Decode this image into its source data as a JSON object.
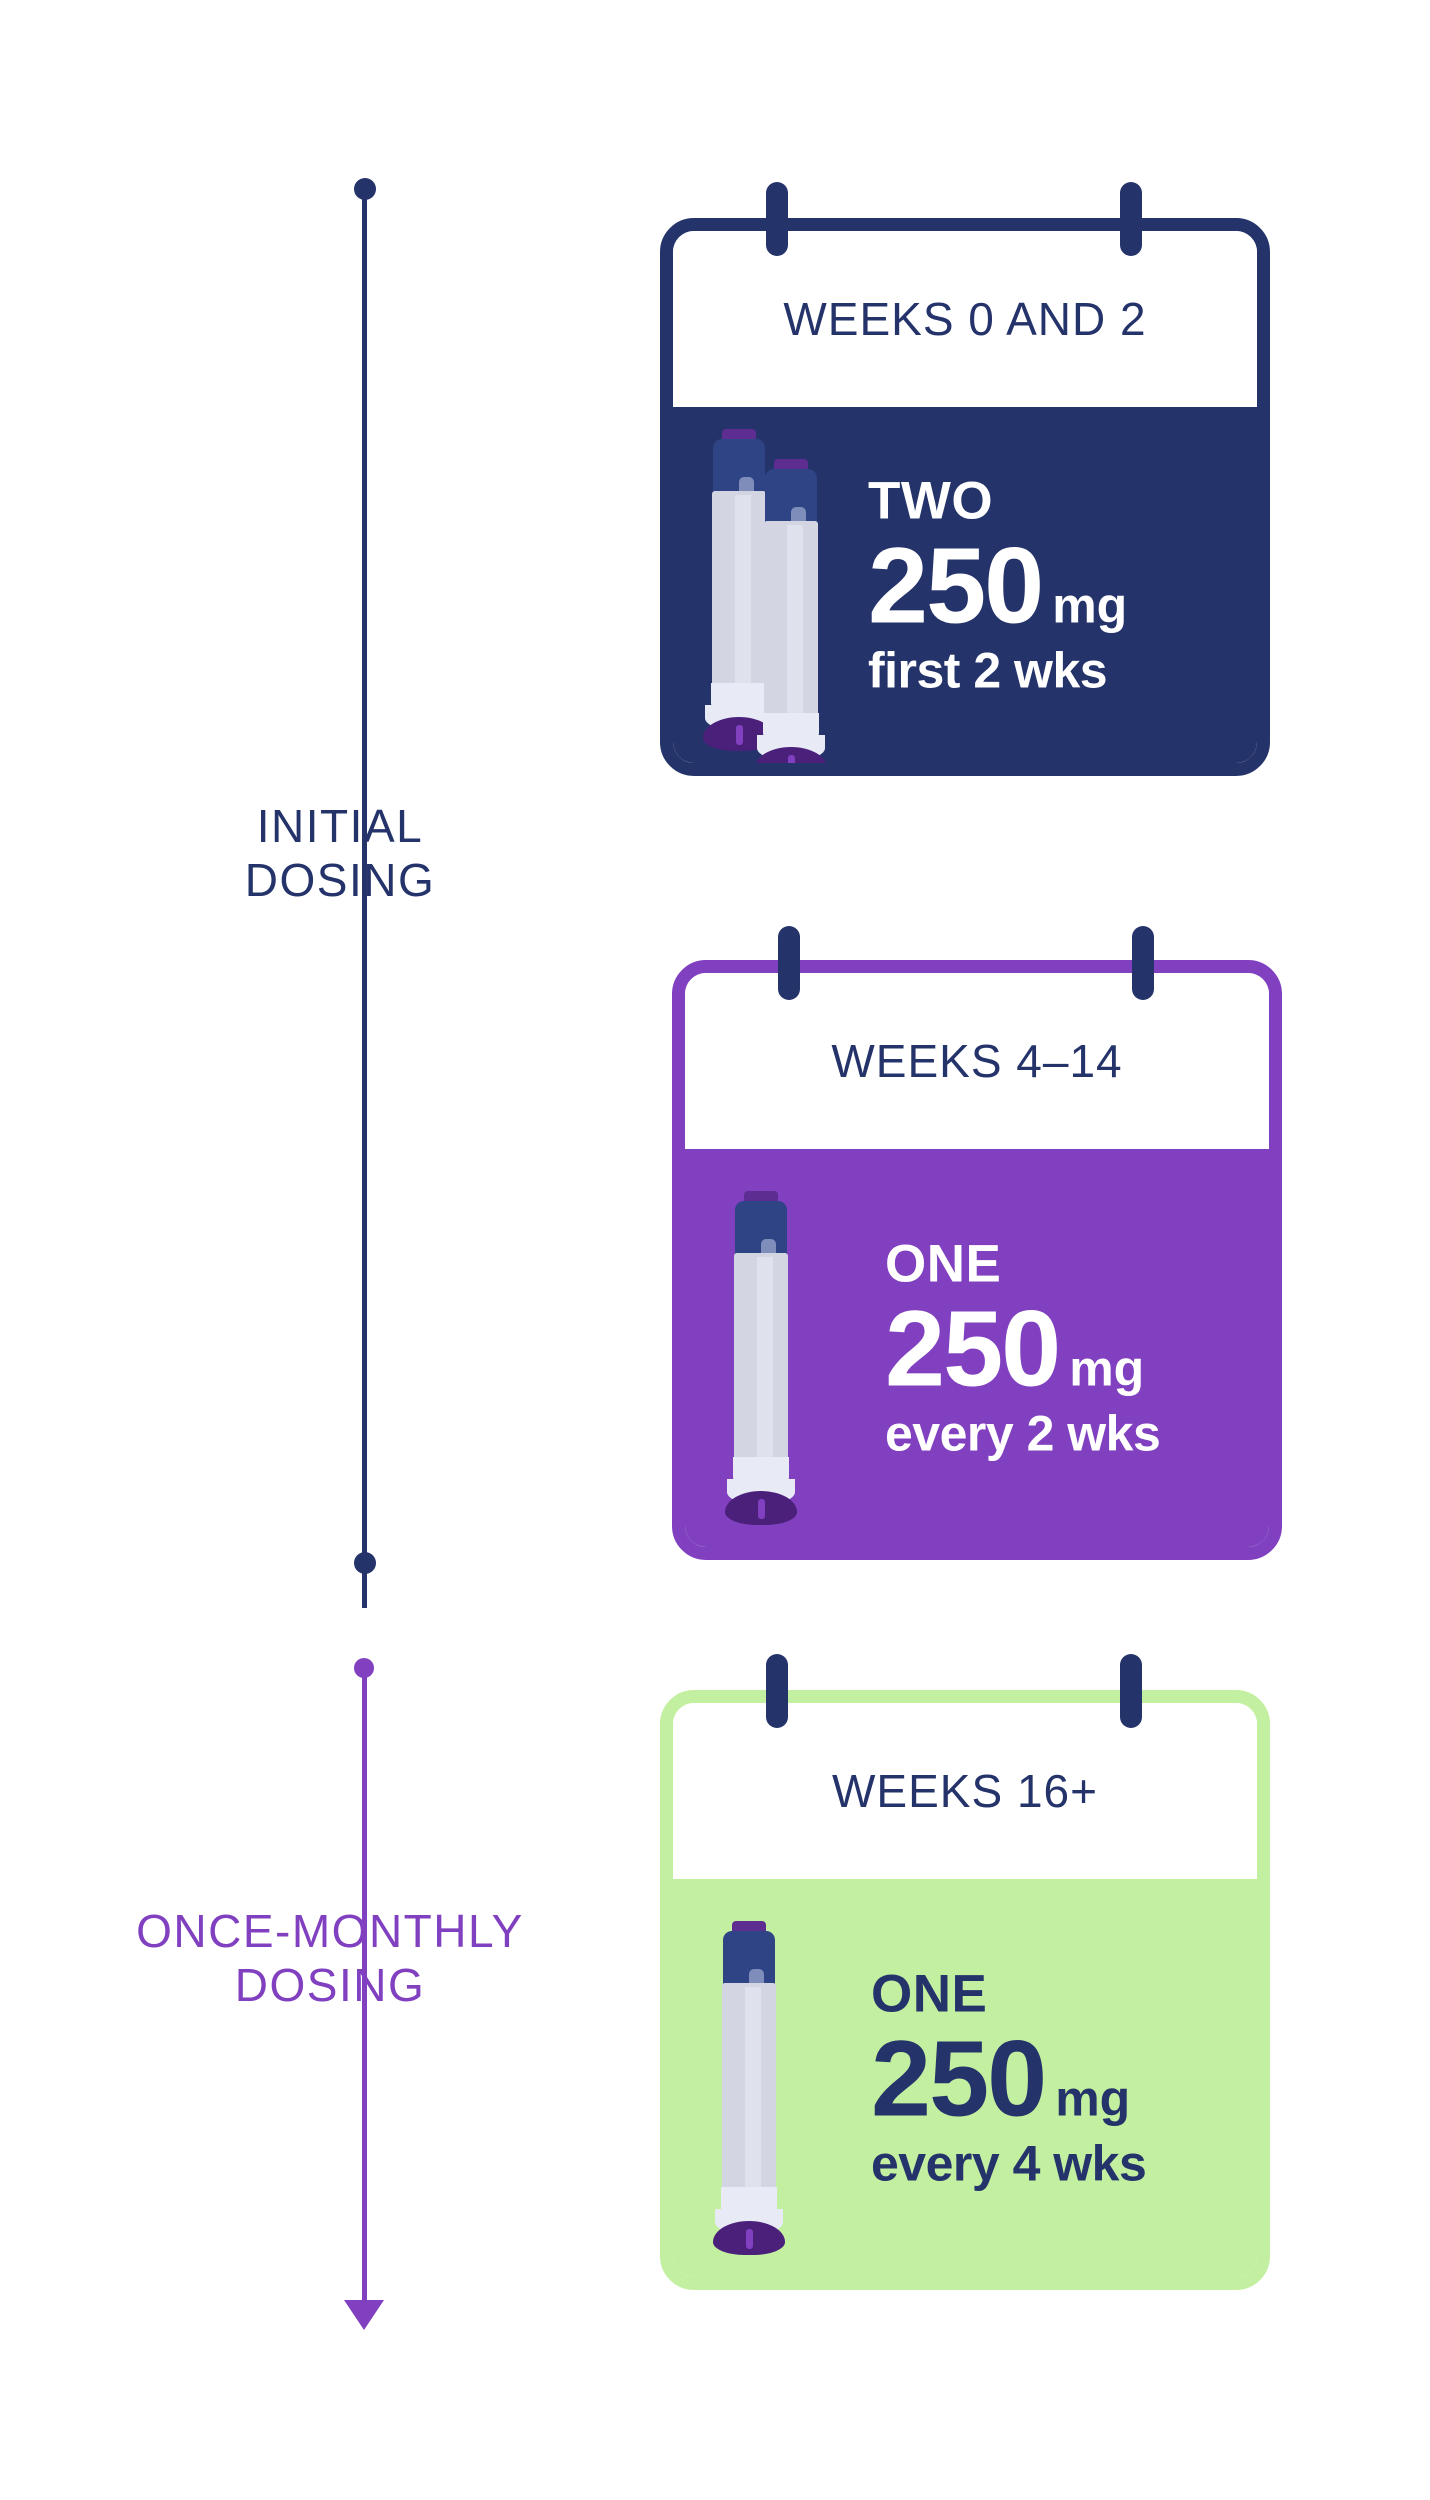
{
  "colors": {
    "navy": "#25336B",
    "purple": "#8040C0",
    "green": "#C3EFA0",
    "white": "#FFFFFF",
    "pen_cap": "#2E4484",
    "pen_barrel": "#D3D6E2",
    "pen_foot": "#4A207A"
  },
  "timeline": {
    "stages": [
      {
        "id": "initial",
        "label": "INITIAL\nDOSING",
        "color": "#25336B",
        "marker": "dot-to-dot"
      },
      {
        "id": "once-monthly",
        "label": "ONCE-MONTHLY\nDOSING",
        "color": "#8040C0",
        "marker": "dot-to-arrow"
      }
    ]
  },
  "cards": [
    {
      "id": "weeks-0-and-2",
      "header": "WEEKS 0 AND 2",
      "accent_color": "#25336B",
      "body_background": "#25336B",
      "text_color": "#FFFFFF",
      "dose_count": "TWO",
      "dose_number": "250",
      "dose_unit": "mg",
      "dose_frequency": "first 2 wks",
      "pen_count": 2,
      "rings": 2
    },
    {
      "id": "weeks-4-14",
      "header": "WEEKS 4–14",
      "accent_color": "#8040C0",
      "body_background": "#8040C0",
      "text_color": "#FFFFFF",
      "dose_count": "ONE",
      "dose_number": "250",
      "dose_unit": "mg",
      "dose_frequency": "every 2 wks",
      "pen_count": 1,
      "rings": 2
    },
    {
      "id": "weeks-16-plus",
      "header": "WEEKS 16+",
      "accent_color": "#C3EFA0",
      "body_background": "#C3EFA0",
      "text_color": "#25336B",
      "dose_count": "ONE",
      "dose_number": "250",
      "dose_unit": "mg",
      "dose_frequency": "every 4 wks",
      "pen_count": 1,
      "rings": 2
    }
  ]
}
